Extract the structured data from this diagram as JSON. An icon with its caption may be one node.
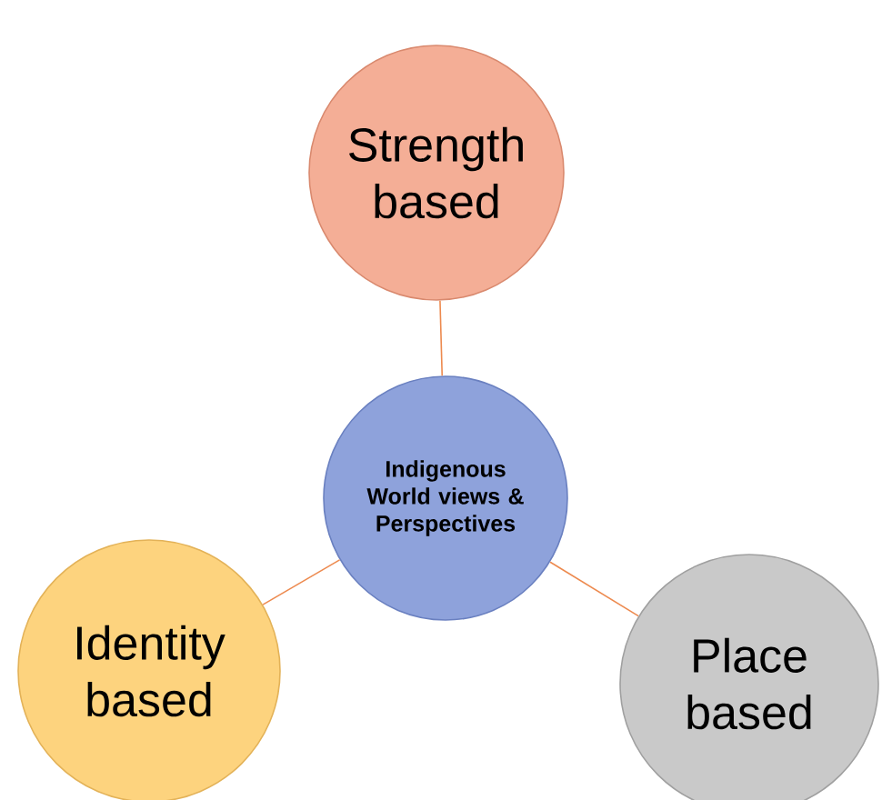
{
  "diagram": {
    "nodes": [
      {
        "text": [
          "Strength based"
        ]
      },
      {
        "text": [
          "Indigenous World views & Perspectives"
        ]
      },
      {
        "text": [
          "Identity based"
        ]
      },
      {
        "text": [
          "Place based"
        ]
      }
    ],
    "edges": [
      {
        "from": 1,
        "to": 0,
        "arrow": "none"
      },
      {
        "from": 1,
        "to": 2,
        "arrow": "none"
      },
      {
        "from": 1,
        "to": 3,
        "arrow": "none"
      }
    ]
  }
}
